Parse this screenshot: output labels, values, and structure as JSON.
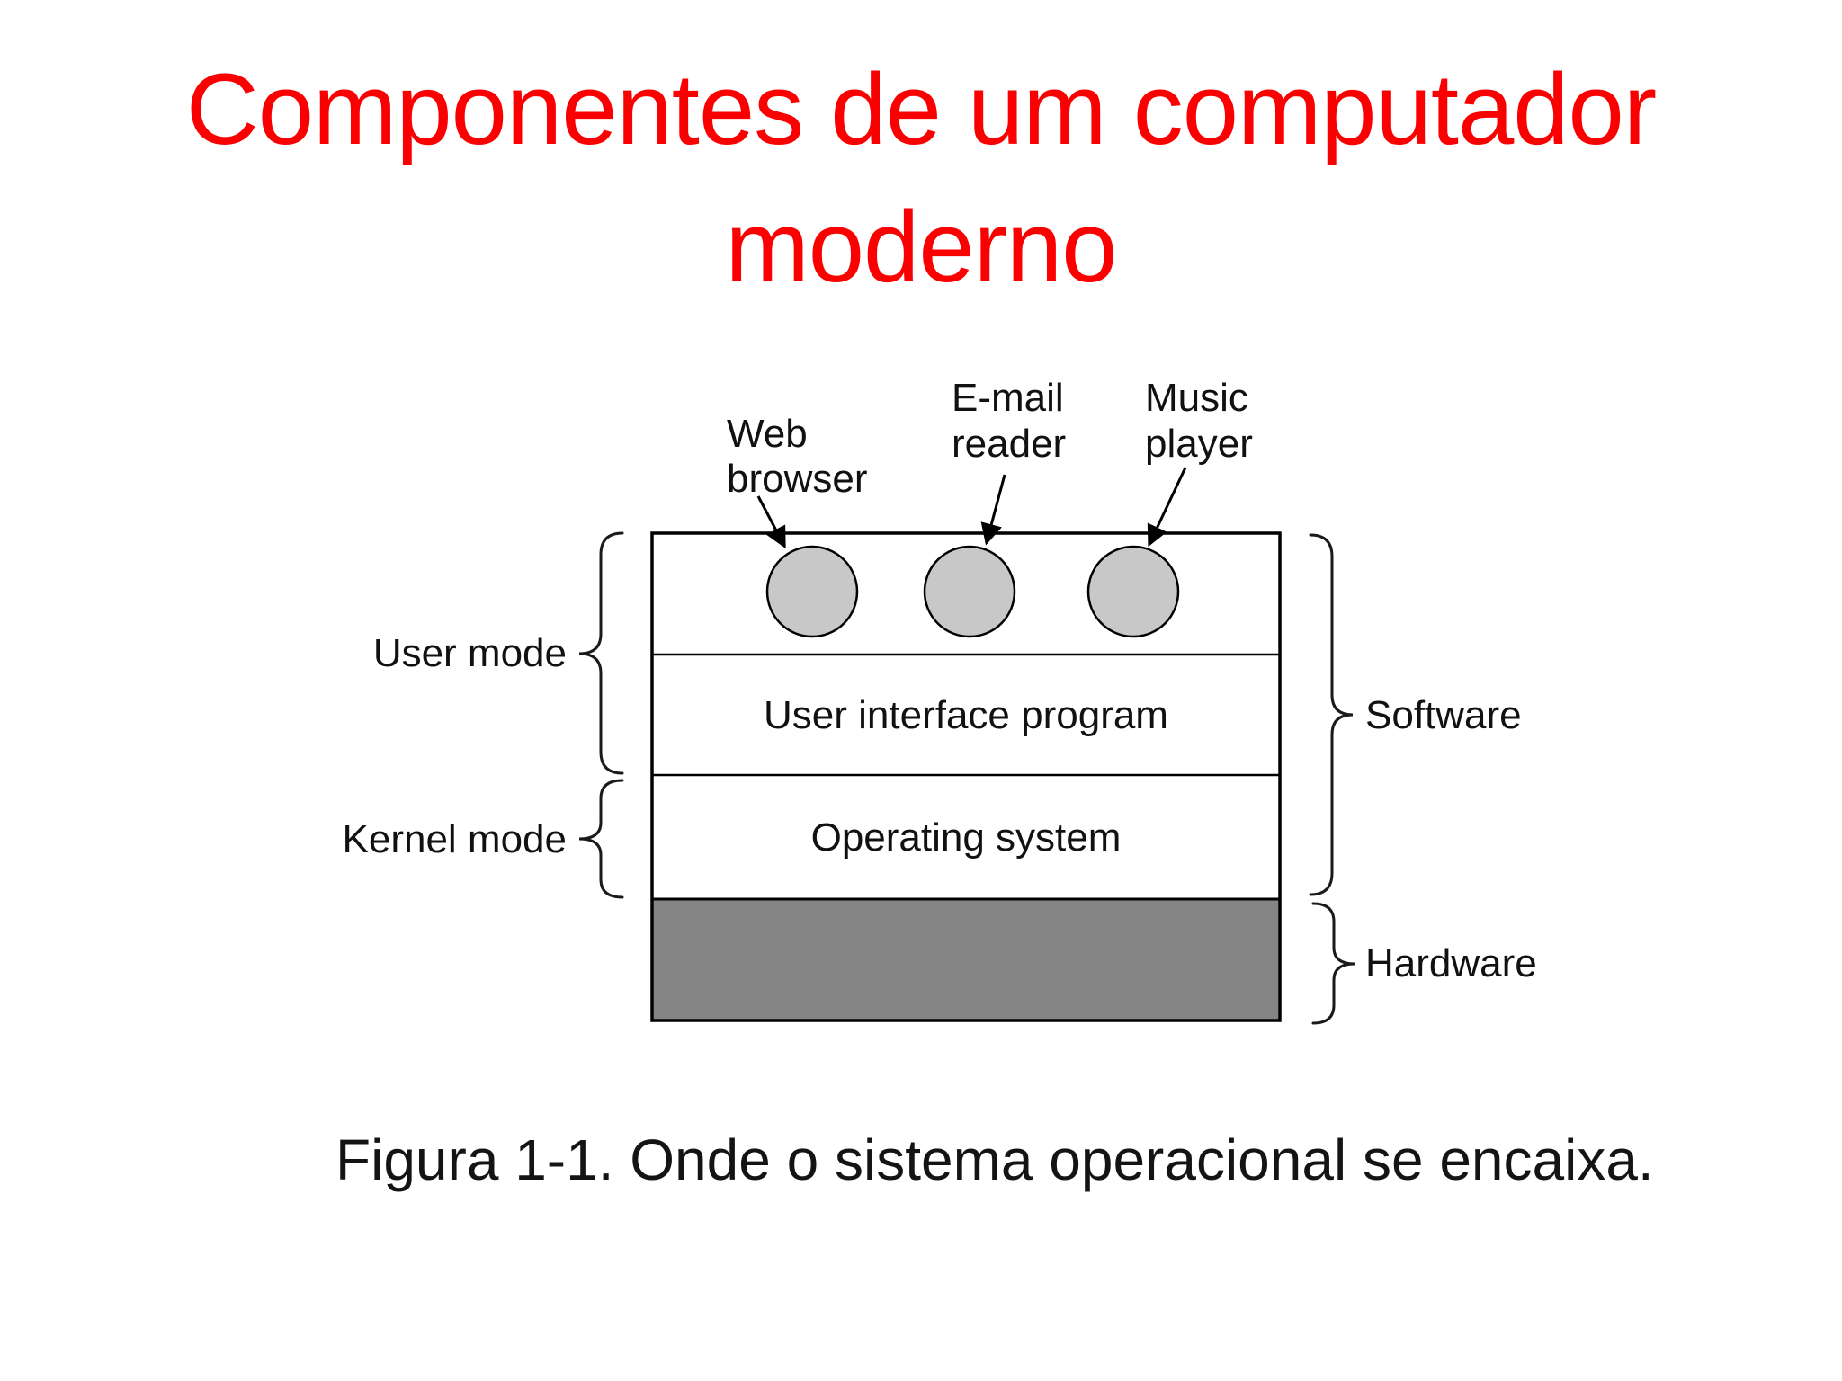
{
  "slide": {
    "title_line1": "Componentes de um computador",
    "title_line2": "moderno",
    "caption": "Figura 1-1. Onde o sistema operacional se encaixa."
  },
  "diagram": {
    "app_labels": [
      {
        "line1": "Web",
        "line2": "browser"
      },
      {
        "line1": "E-mail",
        "line2": "reader"
      },
      {
        "line1": "Music",
        "line2": "player"
      }
    ],
    "layer_labels": {
      "user_interface_program": "User interface program",
      "operating_system": "Operating system"
    },
    "side_labels": {
      "user_mode": "User mode",
      "kernel_mode": "Kernel mode",
      "software": "Software",
      "hardware": "Hardware"
    },
    "colors": {
      "title_red": "#fb0000",
      "diagram_text": "#111111",
      "line": "#000000",
      "circle_fill": "#c8c8c8",
      "hardware_fill": "#858585"
    }
  }
}
